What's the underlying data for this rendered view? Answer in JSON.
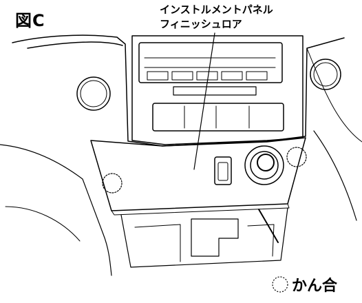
{
  "figure": {
    "label": "図C"
  },
  "callout": {
    "line1": "インストルメントパネル",
    "line2": "フィニッシュロア"
  },
  "legend": {
    "symbol": "clip-location-marker-icon",
    "text": "かん合"
  },
  "colors": {
    "line": "#000000",
    "background": "#ffffff"
  }
}
